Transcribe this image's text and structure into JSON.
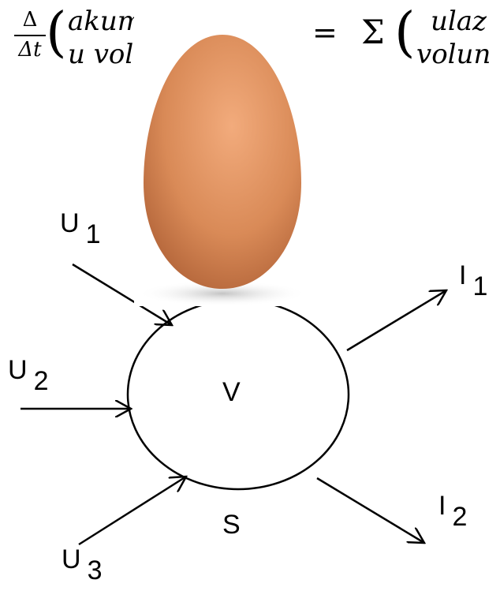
{
  "equation": {
    "delta_numerator": "Δ",
    "delta_denominator": "Δt",
    "left_line1": "akumul",
    "left_line2": "u vol",
    "equals": "=",
    "sum": "Σ",
    "right_line1": "ulaz",
    "right_line2": "volun"
  },
  "diagram": {
    "volume_label": "V",
    "surface_label": "S",
    "inputs": [
      {
        "letter": "U",
        "index": "1"
      },
      {
        "letter": "U",
        "index": "2"
      },
      {
        "letter": "U",
        "index": "3"
      }
    ],
    "outputs": [
      {
        "letter": "I",
        "index": "1"
      },
      {
        "letter": "I",
        "index": "2"
      }
    ]
  },
  "overlay": {
    "object": "egg",
    "colors": {
      "light": "#f2ab7c",
      "mid": "#d98a57",
      "dark": "#a85a31",
      "shadow": "#bdbdbd"
    }
  }
}
